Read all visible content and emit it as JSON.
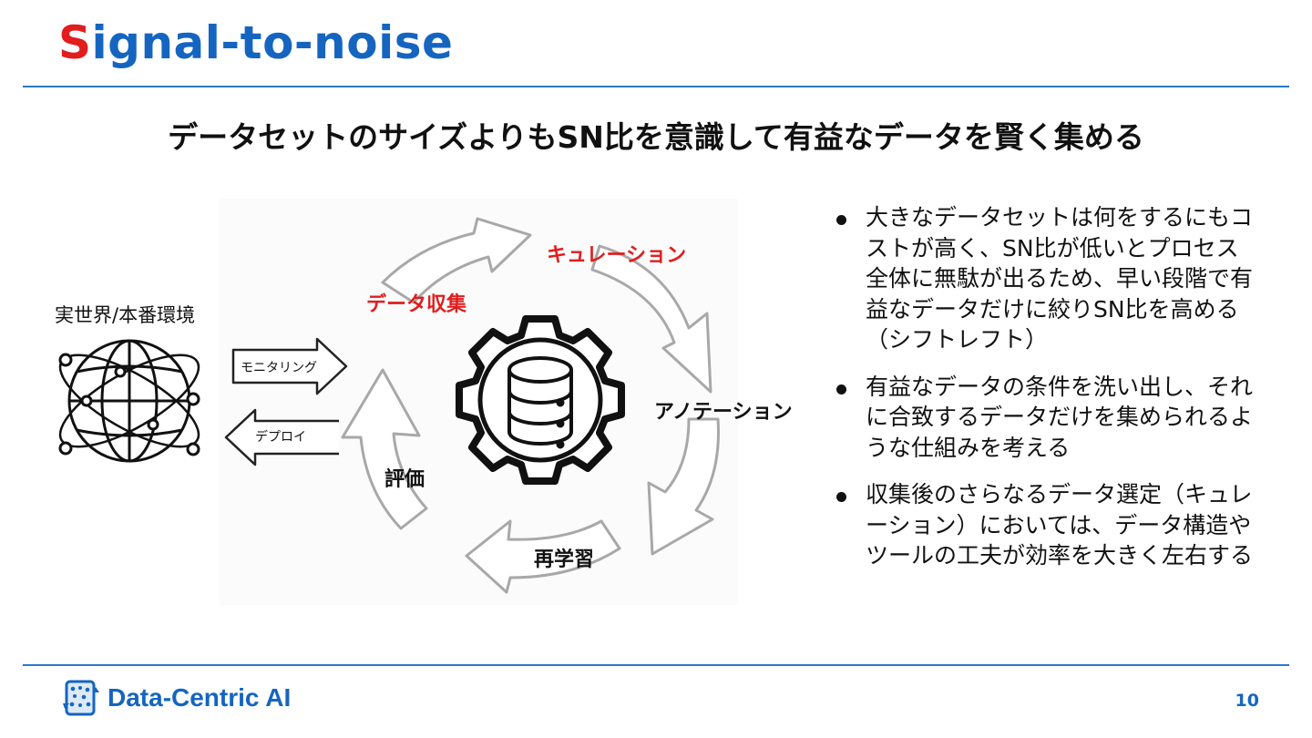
{
  "slide": {
    "title_first": "S",
    "title_rest": "ignal-to-noise",
    "subtitle": "データセットのサイズよりもSN比を意識して有益なデータを賢く集める",
    "page_number": "10"
  },
  "diagram": {
    "world_label": "実世界/本番環境",
    "monitoring_label": "モニタリング",
    "deploy_label": "デプロイ",
    "cycle": {
      "collection": "データ収集",
      "curation": "キュレーション",
      "annotation": "アノテーション",
      "retraining": "再学習",
      "evaluation": "評価"
    },
    "highlight_color": "#e11d1d",
    "icons": [
      "globe-network-icon",
      "gear-icon",
      "database-icon"
    ]
  },
  "bullets": [
    "大きなデータセットは何をするにもコストが高く、SN比が低いとプロセス全体に無駄が出るため、早い段階で有益なデータだけに絞りSN比を高める（シフトレフト）",
    "有益なデータの条件を洗い出し、それに合致するデータだけを集められるような仕組みを考える",
    "収集後のさらなるデータ選定（キュレーション）においては、データ構造やツールの工夫が効率を大きく左右する"
  ],
  "footer": {
    "brand": "Data-Centric AI",
    "logo_icon": "data-centric-logo-icon"
  },
  "colors": {
    "brand_blue": "#1565c0",
    "accent_red": "#e11d1d",
    "rule_blue": "#2b78c8"
  }
}
